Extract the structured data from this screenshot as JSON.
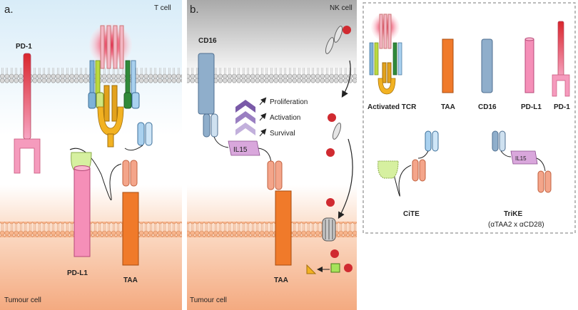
{
  "panel_a": {
    "label": "a.",
    "top_cell": "T cell",
    "bottom_cell": "Tumour cell",
    "pd1": "PD-1",
    "pdl1": "PD-L1",
    "taa": "TAA"
  },
  "panel_b": {
    "label": "b.",
    "top_cell": "NK cell",
    "bottom_cell": "Tumour cell",
    "cd16": "CD16",
    "il15": "IL15",
    "taa": "TAA",
    "effects": [
      "Proliferation",
      "Activation",
      "Survival"
    ]
  },
  "legend": {
    "items": [
      "Activated TCR",
      "TAA",
      "CD16",
      "PD-L1",
      "PD-1"
    ],
    "cite": "CiTE",
    "trike": "TriKE",
    "trike_sub": "(αTAA2 x αCD28)",
    "il15": "IL15"
  },
  "colors": {
    "t_cell_bg": "#cfe6f5",
    "tumour_bg": "#f2b48e",
    "nk_bg": "#bdbdbd",
    "taa": "#f07a2a",
    "cd16": "#8faecb",
    "pdl1": "#f08cb4",
    "pd1_top": "#d9262c",
    "il15": "#d9a7dc"
  }
}
